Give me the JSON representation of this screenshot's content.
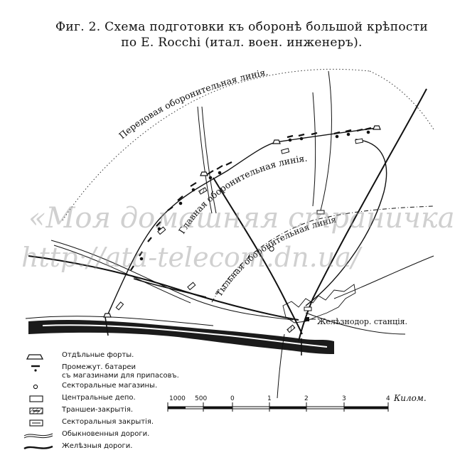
{
  "title": {
    "line1": "Фиг. 2. Схема подготовки къ оборонѣ большой крѣпости",
    "line2": "по E. Rocchi (итал. воен. инженеръ)."
  },
  "map_labels": {
    "forward_line": "Передовая оборонительная линія.",
    "main_line": "Главная оборонительная линія.",
    "rear_line": "Тыльная оборонительная линія.",
    "station": "Желѣзнодор. станція."
  },
  "legend": [
    {
      "icon": "fort-icon",
      "label": "Отдѣльные форты."
    },
    {
      "icon": "battery-icon",
      "label": "Промежут. батареи\nсъ магазинами для припасовъ."
    },
    {
      "icon": "sector-magazine-icon",
      "label": "Секторальные магазины."
    },
    {
      "icon": "depot-icon",
      "label": "Центральные депо."
    },
    {
      "icon": "trench-icon",
      "label": "Траншеи-закрытія."
    },
    {
      "icon": "sector-closure-icon",
      "label": "Секторальныя закрытія."
    },
    {
      "icon": "road-icon",
      "label": "Обыкновенныя дороги."
    },
    {
      "icon": "railway-icon",
      "label": "Желѣзныя дороги."
    }
  ],
  "scale": {
    "ticks": [
      "1000",
      "500",
      "0",
      "1",
      "2",
      "3",
      "4"
    ],
    "unit": "Килом."
  },
  "watermark": {
    "line1": "«Моя домашняя страничка»",
    "line2": "http://ata-telecom.dn.ua/"
  }
}
